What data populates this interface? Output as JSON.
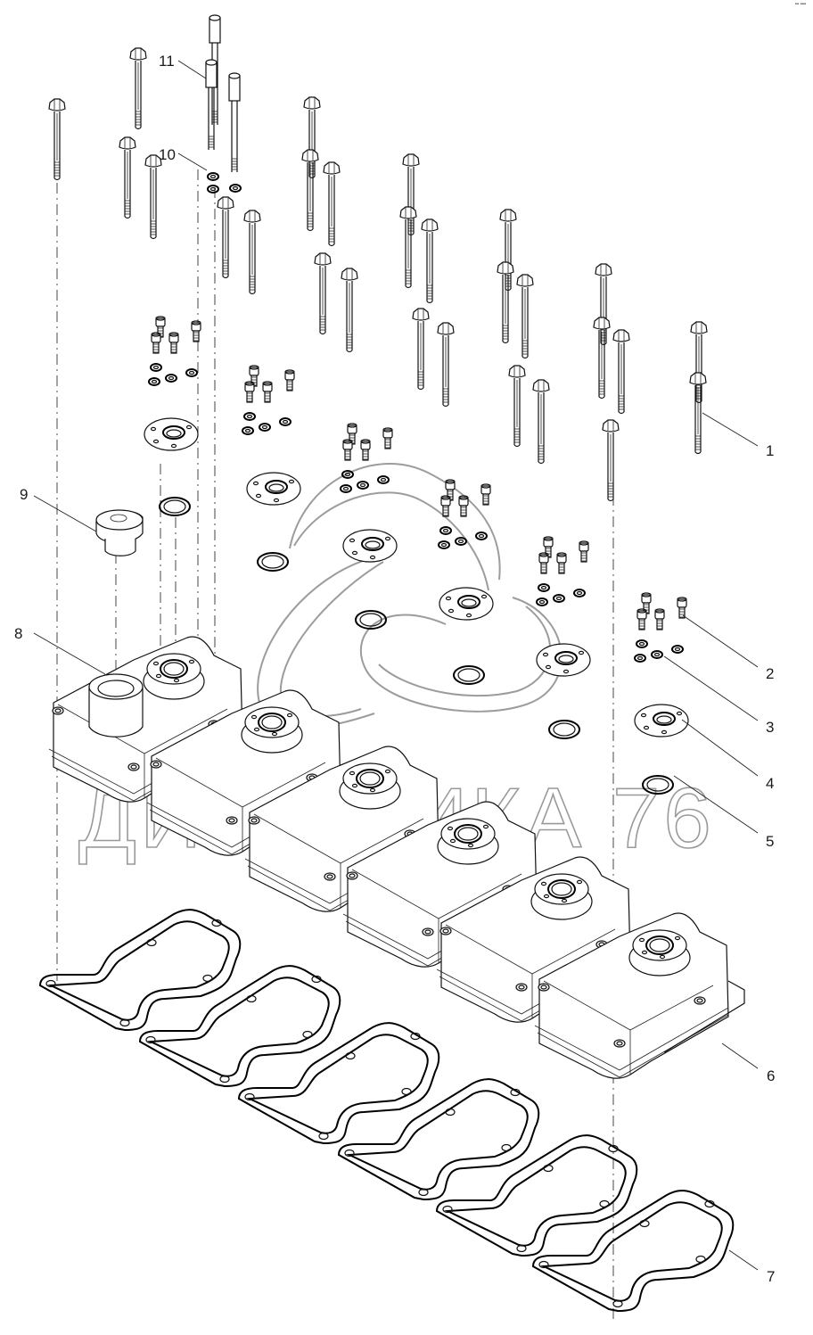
{
  "diagram": {
    "type": "exploded-parts-view",
    "watermark": "ДИНАМИКА 76",
    "corner_mark": "▪▪ ▪▪▪",
    "callouts": [
      {
        "id": "1",
        "label": "1",
        "part": "head-bolt"
      },
      {
        "id": "2",
        "label": "2",
        "part": "socket-cap-screw"
      },
      {
        "id": "3",
        "label": "3",
        "part": "sealing-washer"
      },
      {
        "id": "4",
        "label": "4",
        "part": "seal-plate"
      },
      {
        "id": "5",
        "label": "5",
        "part": "o-ring"
      },
      {
        "id": "6",
        "label": "6",
        "part": "valve-cover"
      },
      {
        "id": "7",
        "label": "7",
        "part": "valve-cover-gasket"
      },
      {
        "id": "8",
        "label": "8",
        "part": "valve-cover-with-filler-neck"
      },
      {
        "id": "9",
        "label": "9",
        "part": "oil-filler-cap"
      },
      {
        "id": "10",
        "label": "10",
        "part": "washer"
      },
      {
        "id": "11",
        "label": "11",
        "part": "stud-spacer"
      }
    ]
  }
}
